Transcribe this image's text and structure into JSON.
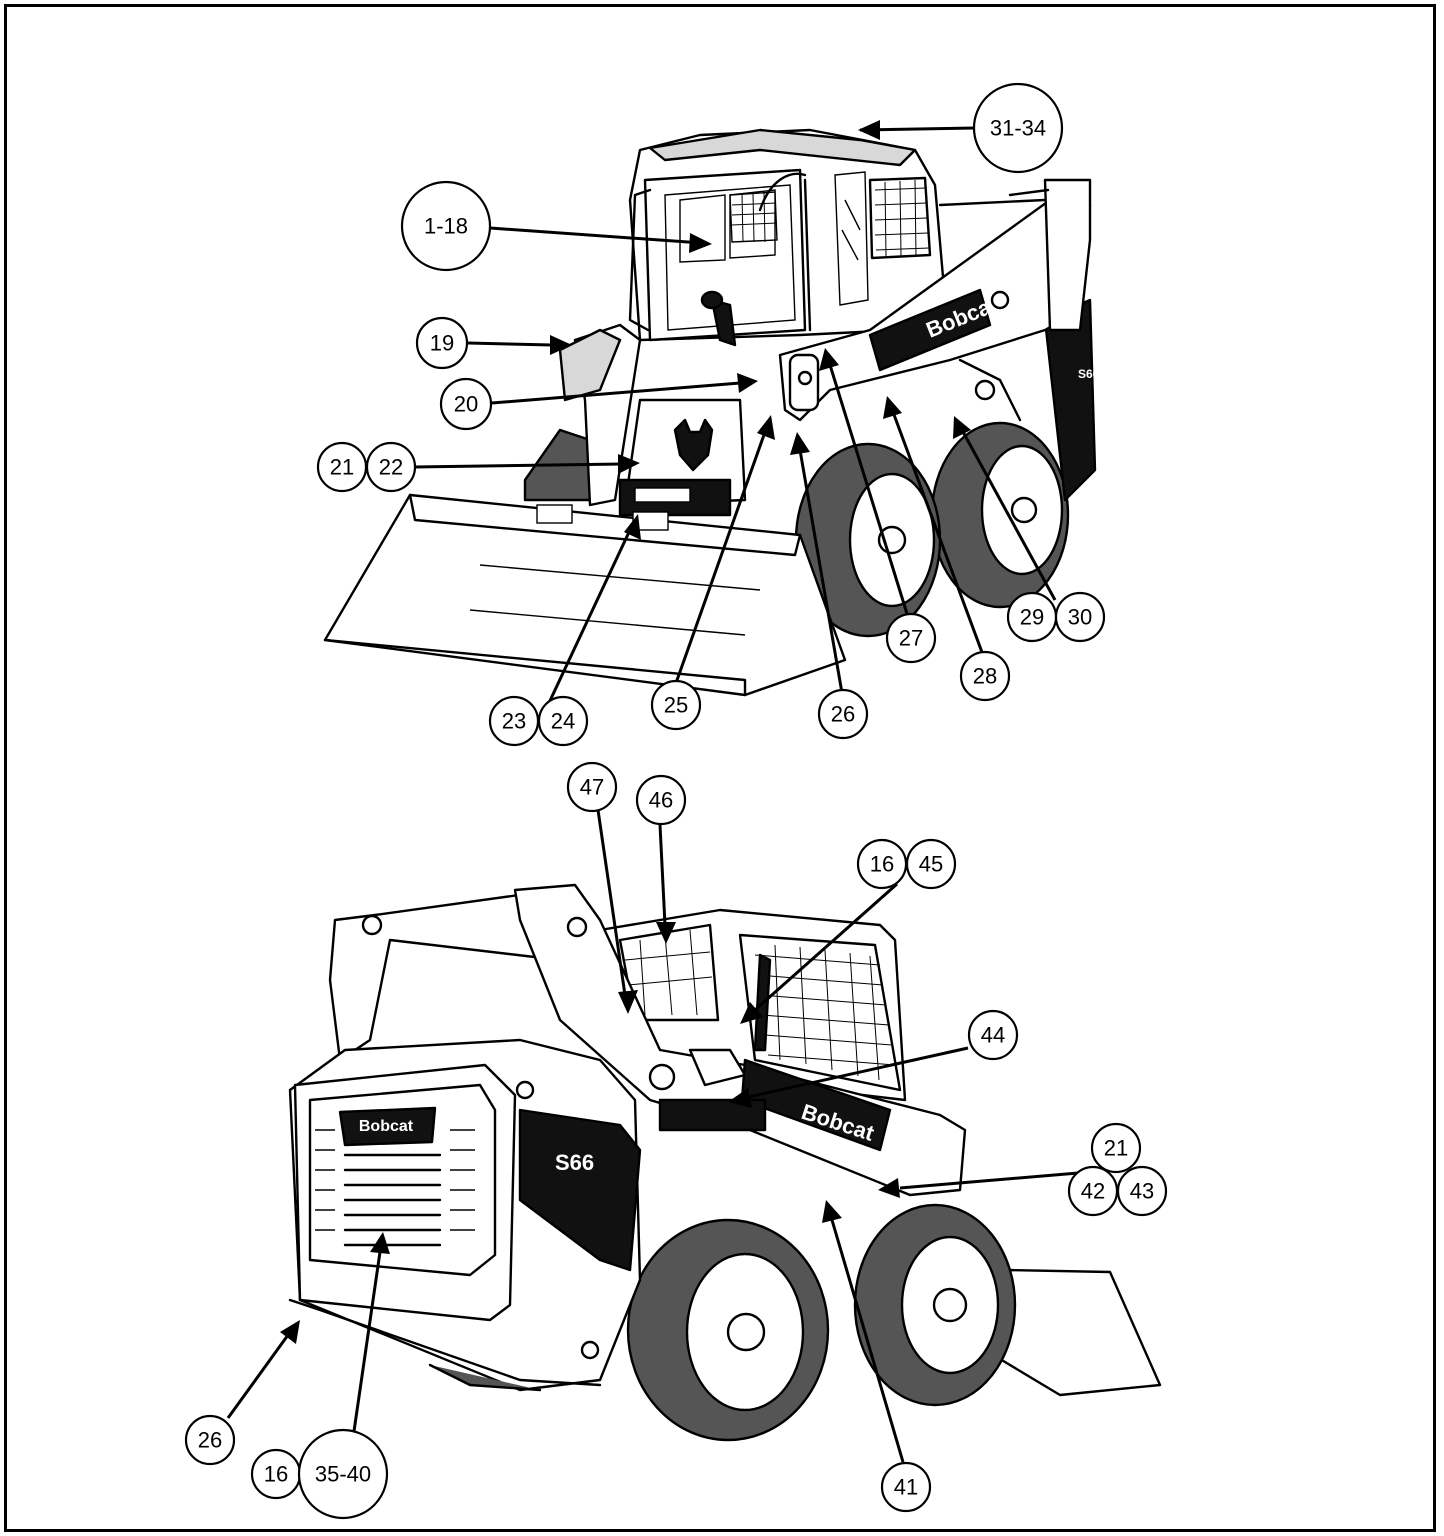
{
  "colors": {
    "ink": "#000000",
    "paper": "#ffffff",
    "panel": "#1a1a1a"
  },
  "brand": {
    "logo_text": "Bobcat",
    "model": "S66"
  },
  "callouts_top": [
    {
      "id": "c-31-34",
      "label": "31-34"
    },
    {
      "id": "c-1-18",
      "label": "1-18"
    },
    {
      "id": "c-19",
      "label": "19"
    },
    {
      "id": "c-20",
      "label": "20"
    },
    {
      "id": "c-21a",
      "label": "21"
    },
    {
      "id": "c-22",
      "label": "22"
    },
    {
      "id": "c-23",
      "label": "23"
    },
    {
      "id": "c-24",
      "label": "24"
    },
    {
      "id": "c-25",
      "label": "25"
    },
    {
      "id": "c-26a",
      "label": "26"
    },
    {
      "id": "c-27",
      "label": "27"
    },
    {
      "id": "c-28",
      "label": "28"
    },
    {
      "id": "c-29",
      "label": "29"
    },
    {
      "id": "c-30",
      "label": "30"
    }
  ],
  "callouts_bottom": [
    {
      "id": "c-47",
      "label": "47"
    },
    {
      "id": "c-46",
      "label": "46"
    },
    {
      "id": "c-16a",
      "label": "16"
    },
    {
      "id": "c-45",
      "label": "45"
    },
    {
      "id": "c-44",
      "label": "44"
    },
    {
      "id": "c-21b",
      "label": "21"
    },
    {
      "id": "c-42",
      "label": "42"
    },
    {
      "id": "c-43",
      "label": "43"
    },
    {
      "id": "c-26b",
      "label": "26"
    },
    {
      "id": "c-16b",
      "label": "16"
    },
    {
      "id": "c-35-40",
      "label": "35-40"
    },
    {
      "id": "c-41",
      "label": "41"
    }
  ]
}
